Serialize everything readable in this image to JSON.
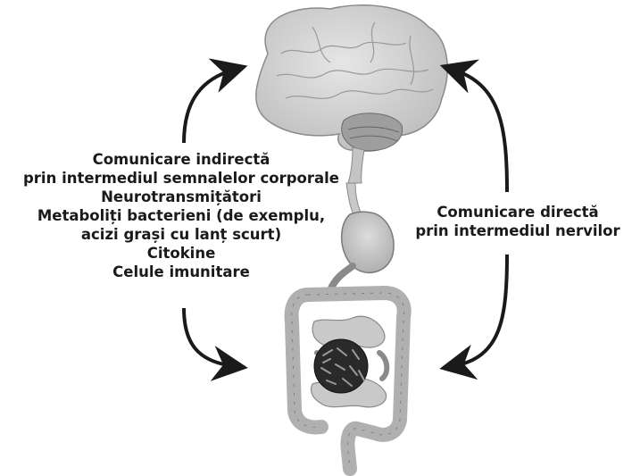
{
  "left_label": {
    "lines": [
      "Comunicare indirectă",
      "prin intermediul semnalelor corporale",
      "Neurotransmițători",
      "Metaboliți bacterieni (de exemplu,",
      "acizi grași cu lanț scurt)",
      "Citokine",
      "Celule imunitare"
    ]
  },
  "right_label": {
    "lines": [
      "Comunicare directă",
      "prin intermediul nervilor"
    ]
  },
  "organs": [
    "brain-icon",
    "stomach-icon",
    "intestines-icon",
    "gut-bacteria-icon"
  ],
  "colors": {
    "ink": "#1a1a1a",
    "organ_fill": "#d4d4d4",
    "organ_stroke": "#8a8a8a",
    "bacteria": "#222222"
  }
}
